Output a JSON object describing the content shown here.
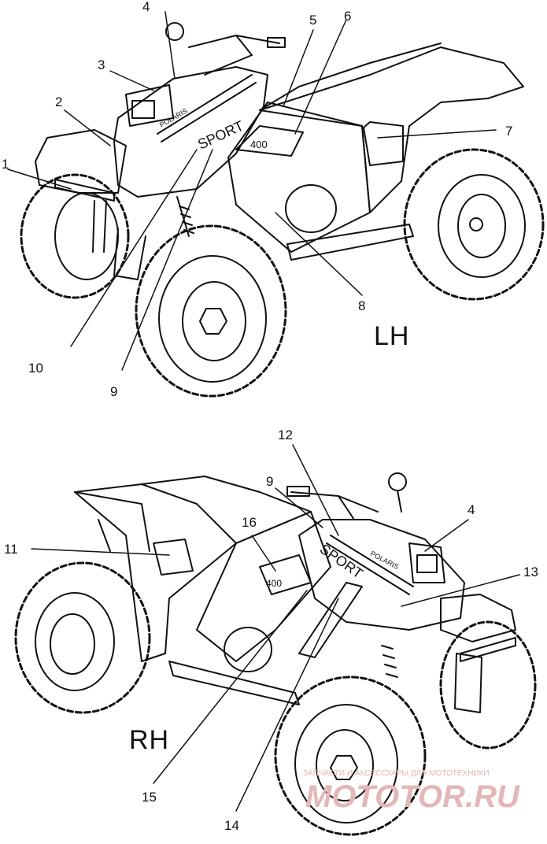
{
  "callouts": {
    "c1": "1",
    "c2": "2",
    "c3": "3",
    "c4_top": "4",
    "c5": "5",
    "c6": "6",
    "c7": "7",
    "c8": "8",
    "c9_top": "9",
    "c10": "10",
    "c12": "12",
    "c9_bottom": "9",
    "c4_bottom": "4",
    "c11": "11",
    "c16": "16",
    "c13": "13",
    "c15": "15",
    "c14": "14"
  },
  "side_labels": {
    "left_hand": "LH",
    "right_hand": "RH"
  },
  "decals": {
    "sport_top": "SPORT",
    "sport_bottom": "SPORT",
    "brand_top": "POLARIS",
    "brand_bottom": "POLARIS",
    "model_top": "400",
    "model_bottom": "400"
  },
  "watermark": {
    "line1": "ЗАПЧАСТИ И АКСЕССУАРЫ ДЛЯ МОТОТЕХНИКИ",
    "line2": "MOTOTOR.RU"
  }
}
